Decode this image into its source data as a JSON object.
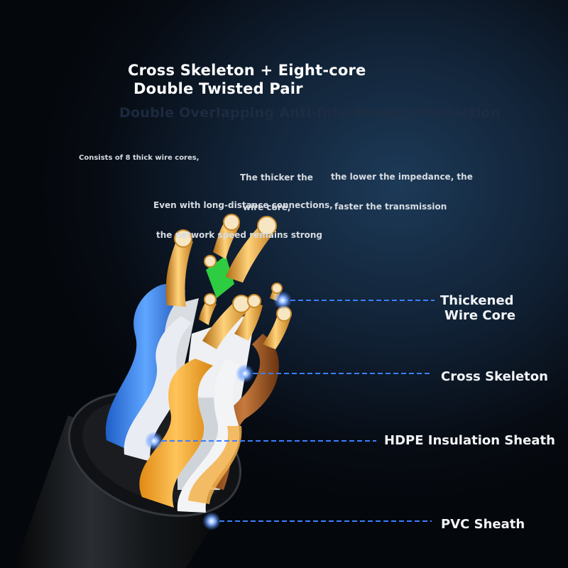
{
  "heading": {
    "line1": "Cross Skeleton + Eight-core",
    "line2": "Double Twisted Pair",
    "subtitle": "Double Overlapping Anti-Interference Protection"
  },
  "notes": {
    "cores": "Consists of 8 thick wire cores,",
    "thicker_1": "The thicker the",
    "thicker_2": "wire core,",
    "impedance_1": "the lower the impedance, the",
    "impedance_2": "faster the transmission",
    "distance_1": "Even with long-distance connections,",
    "distance_2": "the network speed remains strong"
  },
  "callouts": {
    "wire_core_1": "Thickened",
    "wire_core_2": "Wire Core",
    "skeleton": "Cross Skeleton",
    "hdpe": "HDPE Insulation Sheath",
    "pvc": "PVC Sheath"
  },
  "colors": {
    "accent_blue": "#3a7fff",
    "gold": "#e3a13c",
    "pvc_black": "#111316"
  }
}
